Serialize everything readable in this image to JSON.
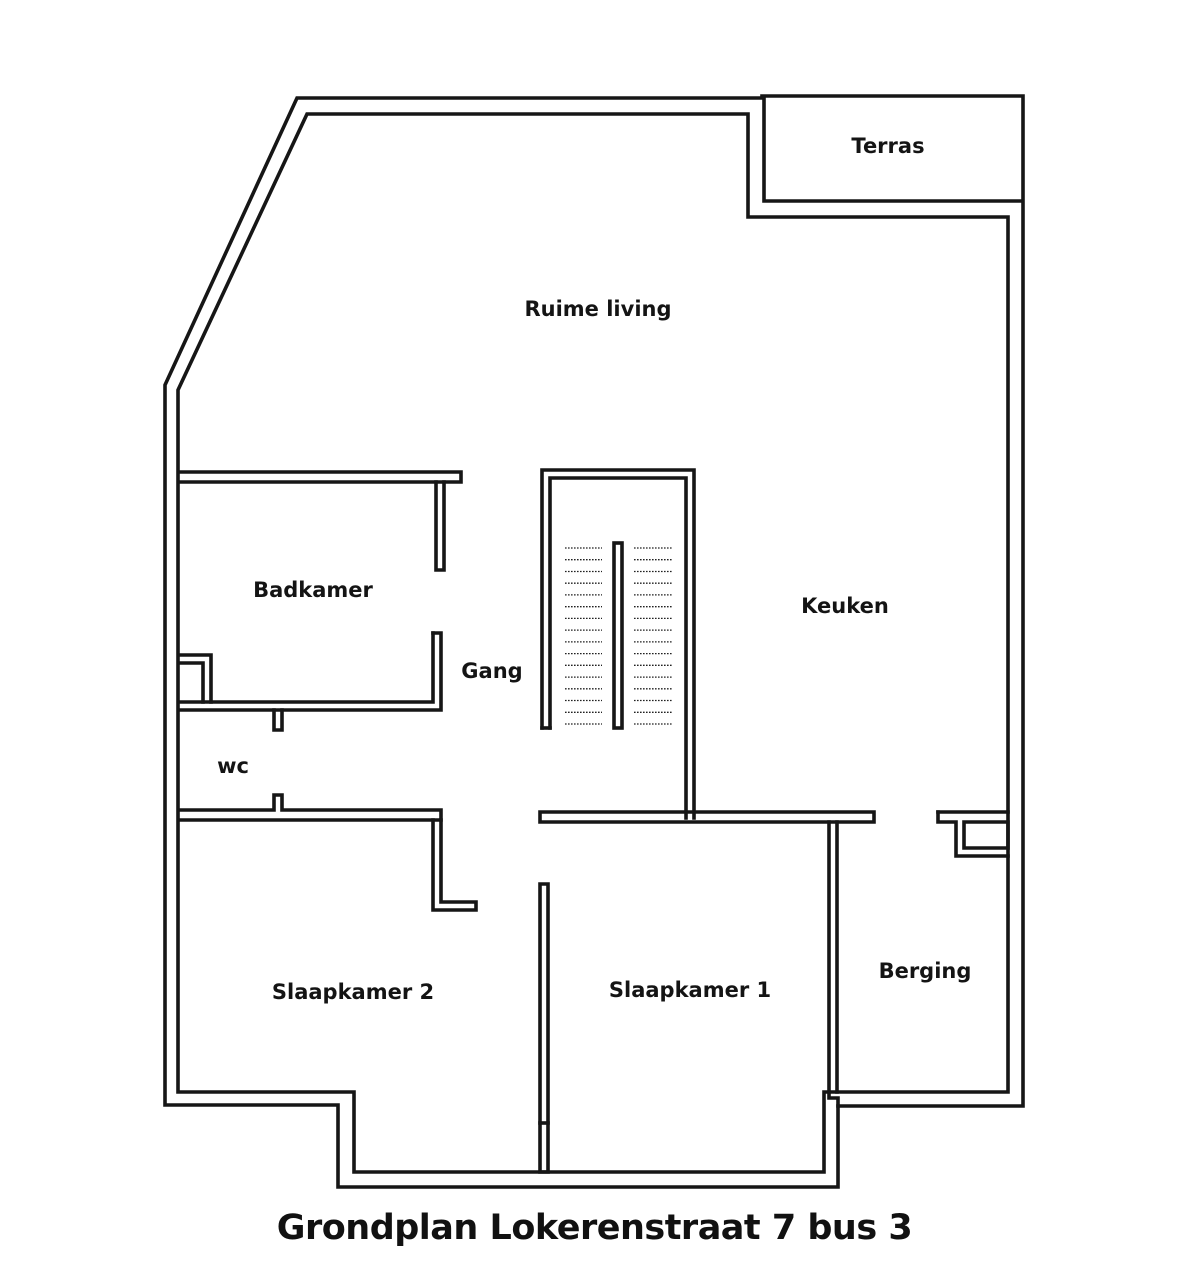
{
  "rooms": {
    "terras": "Terras",
    "living": "Ruime living",
    "badkamer": "Badkamer",
    "gang": "Gang",
    "keuken": "Keuken",
    "wc": "wc",
    "slaapkamer2": "Slaapkamer 2",
    "slaapkamer1": "Slaapkamer 1",
    "berging": "Berging"
  },
  "caption": "Grondplan Lokerenstraat 7 bus 3"
}
